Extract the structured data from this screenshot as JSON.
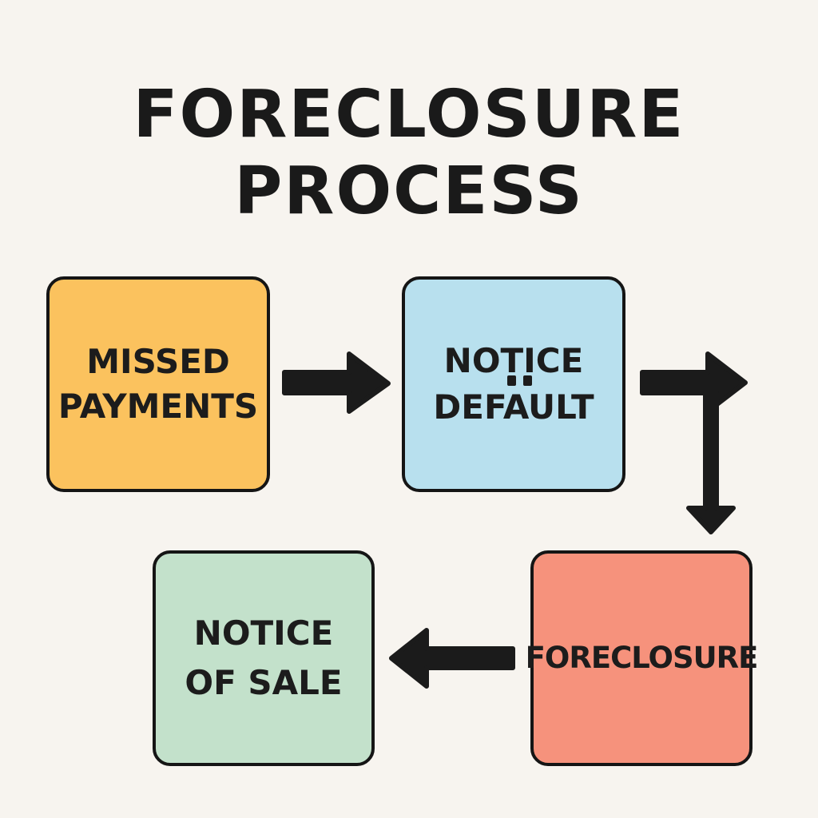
{
  "title": {
    "line1": "FORECLOSURE",
    "line2": "PROCESS"
  },
  "steps": [
    {
      "line1": "MISSED",
      "line2": "PAYMENTS",
      "color": "#fbc25e"
    },
    {
      "line1": "NOTICE",
      "line2": "DEFAULT",
      "color": "#b8e0ee"
    },
    {
      "line1": "FORECLOSURE",
      "color": "#f6927c"
    },
    {
      "line1": "NOTICE",
      "line2": "OF SALE",
      "color": "#c3e1cb"
    }
  ],
  "arrow_color": "#1b1b1b"
}
